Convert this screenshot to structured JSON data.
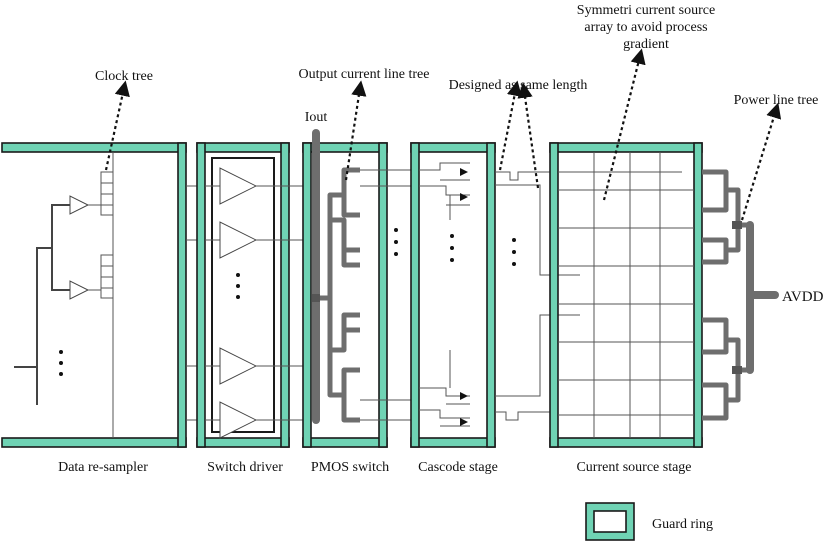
{
  "labels": {
    "clock_tree": "Clock tree",
    "output_current_line_tree": "Output current line tree",
    "iout": "Iout",
    "designed_same_length": "Designed as same length",
    "symmetric_line1": "Symmetri current source",
    "symmetric_line2": "array to avoid process",
    "symmetric_line3": "gradient",
    "power_line_tree": "Power line tree",
    "avdd": "AVDD",
    "guard_ring": "Guard ring"
  },
  "stages": [
    {
      "name": "Data re-sampler"
    },
    {
      "name": "Switch driver"
    },
    {
      "name": "PMOS switch"
    },
    {
      "name": "Cascode stage"
    },
    {
      "name": "Current source stage"
    }
  ],
  "colors": {
    "guard_ring": "#6fd3b4",
    "outline": "#1a1a1a",
    "wire": "#6e6e6e"
  }
}
